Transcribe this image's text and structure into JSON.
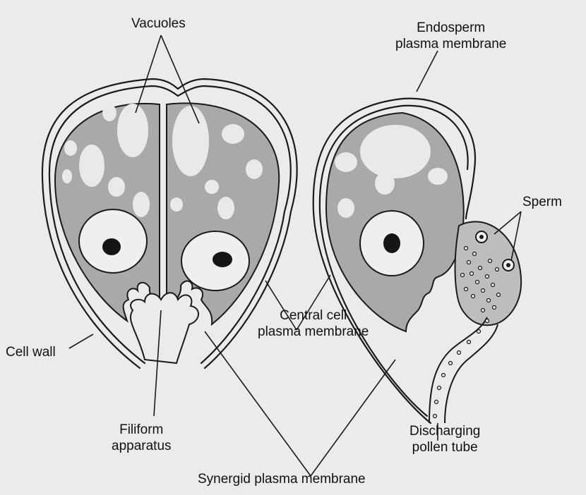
{
  "labels": {
    "vacuoles": "Vacuoles",
    "endosperm_membrane": [
      "Endosperm",
      "plasma membrane"
    ],
    "sperm": "Sperm",
    "central_cell_membrane": [
      "Central cell",
      "plasma membrane"
    ],
    "cell_wall": "Cell wall",
    "filiform_apparatus": [
      "Filiform",
      "apparatus"
    ],
    "discharging_pollen_tube": [
      "Discharging",
      "pollen tube"
    ],
    "synergid_membrane": "Synergid plasma membrane"
  },
  "colors": {
    "background": "#ebebeb",
    "cytoplasm": "#a9a9a9",
    "vacuole": "#e9e9e9",
    "nucleus": "#efefef",
    "nucleolus": "#151515",
    "outline": "#1a1a1a"
  }
}
